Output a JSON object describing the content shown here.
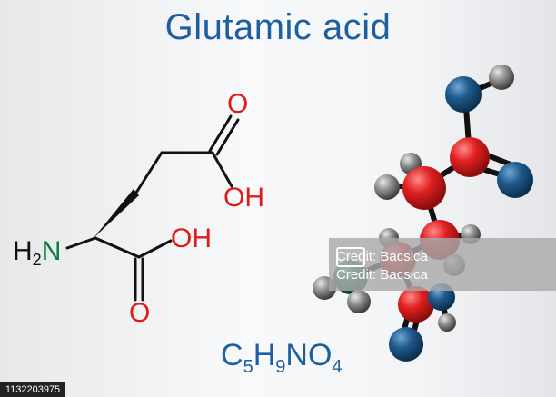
{
  "title": "Glutamic acid",
  "formula": {
    "c": "C",
    "c_n": "5",
    "h": "H",
    "h_n": "9",
    "n": "N",
    "o": "O",
    "o_n": "4"
  },
  "skeletal": {
    "top_o": "O",
    "side_oh": "OH",
    "mid_oh": "OH",
    "bottom_o": "O",
    "amine_h": "H",
    "amine_h_n": "2",
    "amine_n": "N"
  },
  "watermark": {
    "line1": "Credit: Bacsica",
    "line2": "Credit: Bacsica"
  },
  "stock_id": "1132203975",
  "colors": {
    "title": "#1e5fa0",
    "oxygen_label": "#e01b1b",
    "nitrogen_label": "#0d7a3e",
    "carbon_ball": "#e02020",
    "oxygen_ball": "#1f5a8c",
    "hydrogen_ball": "#8a8a8a",
    "nitrogen_ball": "#1a7a5a"
  }
}
